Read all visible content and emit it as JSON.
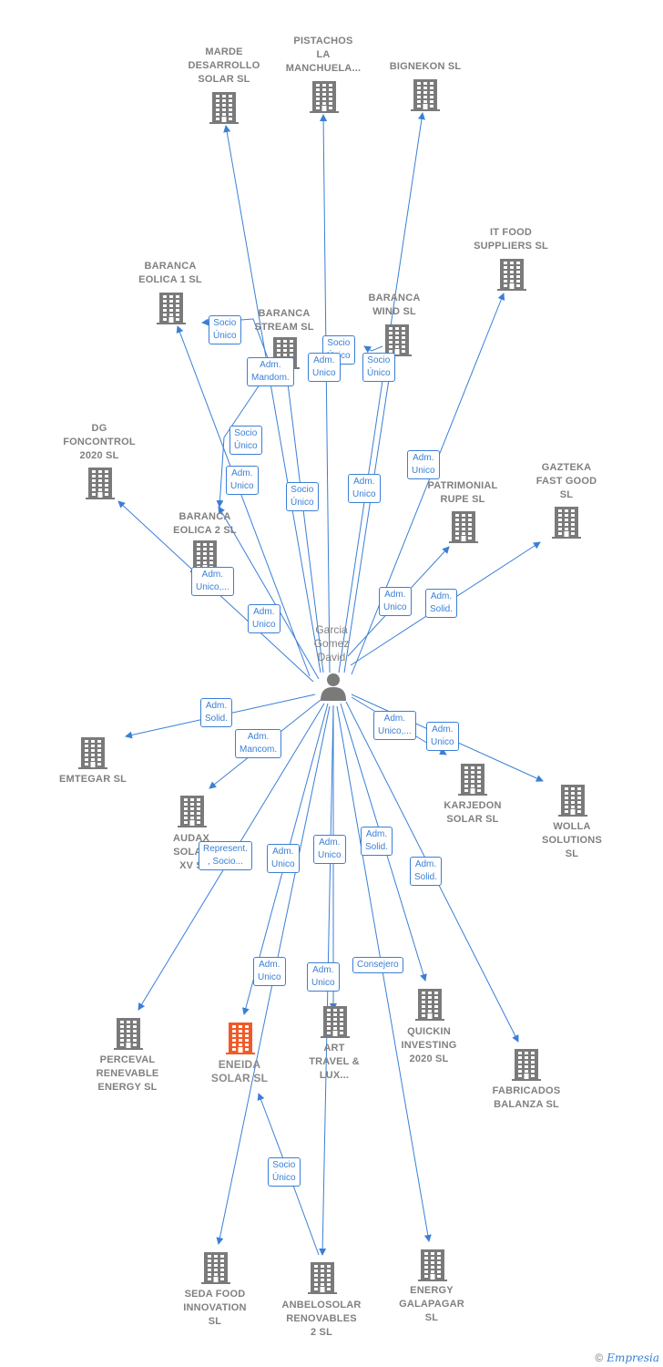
{
  "person": {
    "name": "Garcia\nGomez\nDavid",
    "icon": "person-icon"
  },
  "companies": [
    {
      "key": "marde",
      "label": "MARDE\nDESARROLLO\nSOLAR SL",
      "icon": "building-icon"
    },
    {
      "key": "pistachos",
      "label": "PISTACHOS\nLA\nMANCHUELA...",
      "icon": "building-icon"
    },
    {
      "key": "bignekon",
      "label": "BIGNEKON SL",
      "icon": "building-icon"
    },
    {
      "key": "itfood",
      "label": "IT FOOD\nSUPPLIERS SL",
      "icon": "building-icon"
    },
    {
      "key": "barancaeolica1",
      "label": "BARANCA\nEOLICA 1 SL",
      "icon": "building-icon"
    },
    {
      "key": "barancastream",
      "label": "BARANCA\nSTREAM SL",
      "icon": "building-icon"
    },
    {
      "key": "barancawind",
      "label": "BARANCA\nWIND SL",
      "icon": "building-icon"
    },
    {
      "key": "dgfoncontrol",
      "label": "DG\nFONCONTROL\n2020 SL",
      "icon": "building-icon"
    },
    {
      "key": "gazteka",
      "label": "GAZTEKA\nFAST GOOD\nSL",
      "icon": "building-icon"
    },
    {
      "key": "patrimonial",
      "label": "PATRIMONIAL\nRUPE SL",
      "icon": "building-icon"
    },
    {
      "key": "barancaeolica2",
      "label": "BARANCA\nEOLICA 2 SL",
      "icon": "building-icon"
    },
    {
      "key": "emtegar",
      "label": "EMTEGAR SL",
      "icon": "building-icon"
    },
    {
      "key": "audax",
      "label": "AUDAX\nSOLAR\nXV S",
      "icon": "building-icon"
    },
    {
      "key": "karjedon",
      "label": "KARJEDON\nSOLAR SL",
      "icon": "building-icon"
    },
    {
      "key": "wolla",
      "label": "WOLLA\nSOLUTIONS\nSL",
      "icon": "building-icon"
    },
    {
      "key": "perceval",
      "label": "PERCEVAL\nRENEVABLE\nENERGY SL",
      "icon": "building-icon"
    },
    {
      "key": "eneida",
      "label": "ENEIDA\nSOLAR SL",
      "icon": "building-icon",
      "highlight": "#f05a28"
    },
    {
      "key": "art",
      "label": "ART\nTRAVEL &\nLUX...",
      "icon": "building-icon"
    },
    {
      "key": "quickin",
      "label": "QUICKIN\nINVESTING\n2020 SL",
      "icon": "building-icon"
    },
    {
      "key": "fabricados",
      "label": "FABRICADOS\nBALANZA SL",
      "icon": "building-icon"
    },
    {
      "key": "seda",
      "label": "SEDA FOOD\nINNOVATION\nSL",
      "icon": "building-icon"
    },
    {
      "key": "anbelosolar",
      "label": "ANBELOSOLAR\nRENOVABLES\n2 SL",
      "icon": "building-icon"
    },
    {
      "key": "galapagar",
      "label": "ENERGY\nGALAPAGAR\nSL",
      "icon": "building-icon"
    }
  ],
  "edge_tags": [
    {
      "key": "t_socio_eolica1",
      "text": "Socio\nÚnico"
    },
    {
      "key": "t_socio_stream",
      "text": "Socio\nÚnico"
    },
    {
      "key": "t_adm_mandom",
      "text": "Adm.\nMandom."
    },
    {
      "key": "t_adm_unico_a",
      "text": "Adm.\nUnico"
    },
    {
      "key": "t_socio_wind",
      "text": "Socio\nÚnico"
    },
    {
      "key": "t_socio_unico_b",
      "text": "Socio\nÚnico"
    },
    {
      "key": "t_adm_unico_b",
      "text": "Adm.\nUnico"
    },
    {
      "key": "t_adm_unico_itfood",
      "text": "Adm.\nUnico"
    },
    {
      "key": "t_socio_unico_c",
      "text": "Socio\nÚnico"
    },
    {
      "key": "t_adm_unico_c",
      "text": "Adm.\nUnico"
    },
    {
      "key": "t_adm_unico_dg",
      "text": "Adm.\nUnico,..."
    },
    {
      "key": "t_adm_unico_d",
      "text": "Adm.\nUnico"
    },
    {
      "key": "t_adm_unico_patr",
      "text": "Adm.\nUnico"
    },
    {
      "key": "t_adm_solid_gaz",
      "text": "Adm.\nSolid."
    },
    {
      "key": "t_adm_solid_emt",
      "text": "Adm.\nSolid."
    },
    {
      "key": "t_adm_mancom",
      "text": "Adm.\nMancom."
    },
    {
      "key": "t_adm_unico_kar",
      "text": "Adm.\nUnico,..."
    },
    {
      "key": "t_adm_unico_wolla",
      "text": "Adm.\nUnico"
    },
    {
      "key": "t_represent",
      "text": "Represent.\n, Socio..."
    },
    {
      "key": "t_adm_unico_e",
      "text": "Adm.\nUnico"
    },
    {
      "key": "t_adm_unico_f",
      "text": "Adm.\nUnico"
    },
    {
      "key": "t_adm_solid_q",
      "text": "Adm.\nSolid."
    },
    {
      "key": "t_adm_solid_fab",
      "text": "Adm.\nSolid."
    },
    {
      "key": "t_adm_unico_eneida",
      "text": "Adm.\nUnico"
    },
    {
      "key": "t_adm_unico_art",
      "text": "Adm.\nUnico"
    },
    {
      "key": "t_consejero",
      "text": "Consejero"
    },
    {
      "key": "t_socio_anbelo",
      "text": "Socio\nÚnico"
    }
  ],
  "footer": {
    "copyright": "©",
    "brand": "Empresia"
  },
  "colors": {
    "edge": "#3a7fd5",
    "building": "#7a7a7a",
    "highlight": "#f05a28"
  }
}
